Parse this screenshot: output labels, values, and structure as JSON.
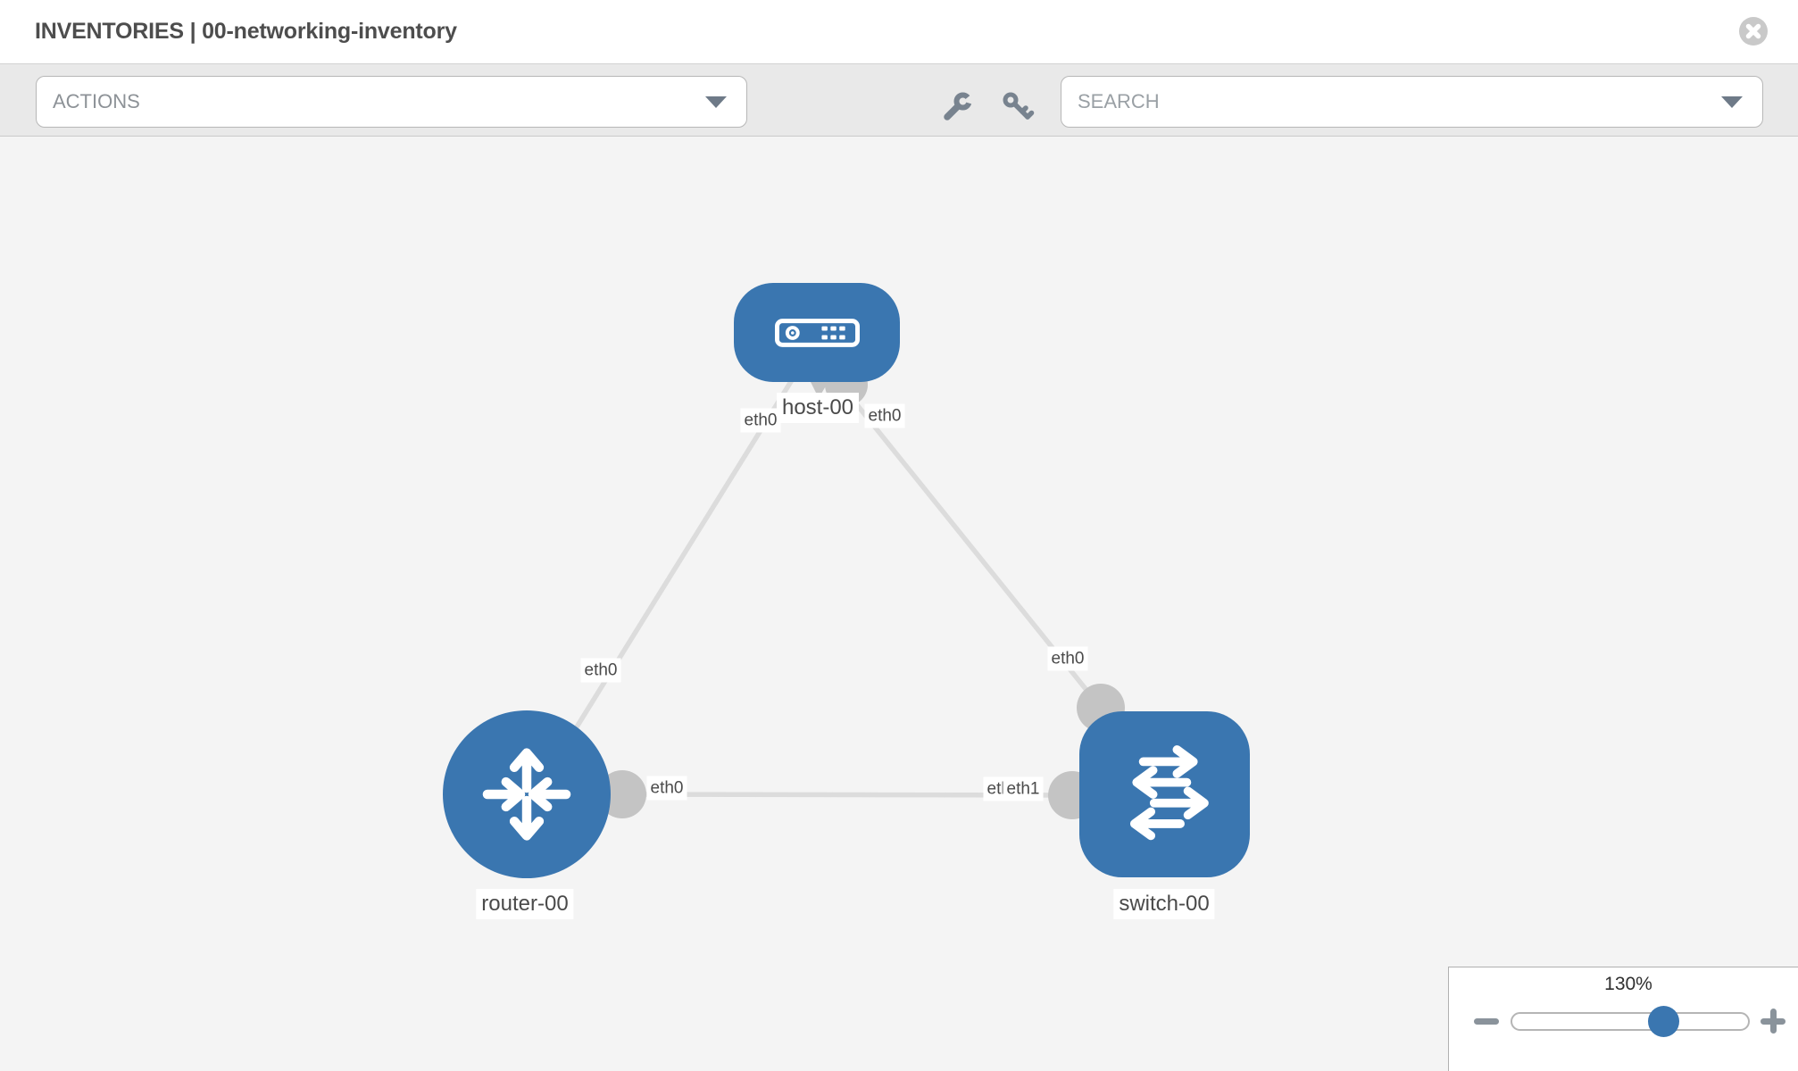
{
  "header": {
    "title": "INVENTORIES | 00-networking-inventory"
  },
  "toolbar": {
    "actions_label": "ACTIONS",
    "search_placeholder": "SEARCH"
  },
  "icons": {
    "close": "close-x-circle",
    "wrench": "wrench",
    "key": "key",
    "actions_chevron": "chevron-down",
    "search_chevron": "chevron-down",
    "zoom_out": "minus",
    "zoom_in": "plus"
  },
  "topology": {
    "nodes": [
      {
        "label": "host-00",
        "type": "host"
      },
      {
        "label": "router-00",
        "type": "router"
      },
      {
        "label": "switch-00",
        "type": "switch"
      }
    ],
    "links": [
      {
        "from": "host-00",
        "to": "router-00"
      },
      {
        "from": "host-00",
        "to": "switch-00"
      },
      {
        "from": "router-00",
        "to": "switch-00"
      }
    ],
    "iface_labels": {
      "host_end_left": "eth0",
      "host_end_right": "eth0",
      "router_end_top": "eth0",
      "switch_end_top": "eth0",
      "router_end_right": "eth0",
      "switch_end_hidden": "eth0",
      "switch_end_eth1": "eth1"
    }
  },
  "zoom_control": {
    "level": "130%"
  },
  "colors": {
    "node_blue": "#3a76b0",
    "port_gray": "#c4c4c4",
    "link_gray": "#dcdcdc",
    "toolbar_gray": "#e9e9e9",
    "canvas_gray": "#f4f4f4",
    "text_dark": "#4d4d4d"
  }
}
